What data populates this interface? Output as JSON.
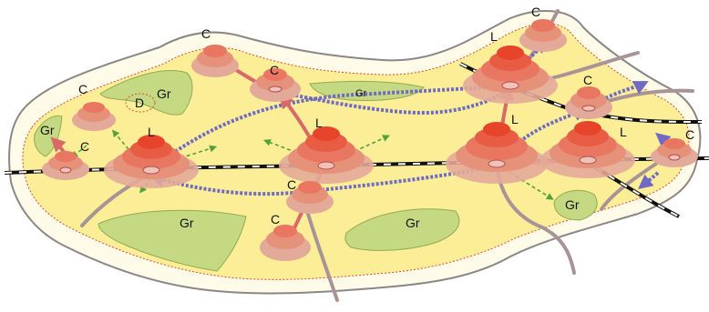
{
  "colors": {
    "outer_land": "#fefbe8",
    "region": "#fbee97",
    "green": "#c5d982",
    "green_edge": "#93ab50",
    "road": "#a89496",
    "rail_dark": "#111111",
    "rail_light": "#ffffff",
    "red_flow": "#d96868",
    "blue_flow": "#6f6ac4",
    "green_flow": "#55a13a",
    "hill_base": "#e3a999",
    "hill_top": "#e6452c"
  },
  "labels": {
    "c1": "C",
    "c2": "C",
    "c3": "C",
    "c4": "C",
    "c5": "C",
    "c6": "C",
    "c7": "C",
    "c8": "C",
    "c9": "C",
    "l1": "L",
    "l2": "L",
    "l3": "L",
    "l4": "L",
    "l5": "L",
    "gr1": "Gr",
    "gr2": "Gr",
    "gr3": "Gr",
    "gr4": "Gr",
    "gr5": "Gr",
    "gr6": "Gr",
    "d1": "D"
  },
  "legend_symbols": {
    "large_center": "L",
    "small_center": "C",
    "green_space": "Gr",
    "district": "D"
  }
}
